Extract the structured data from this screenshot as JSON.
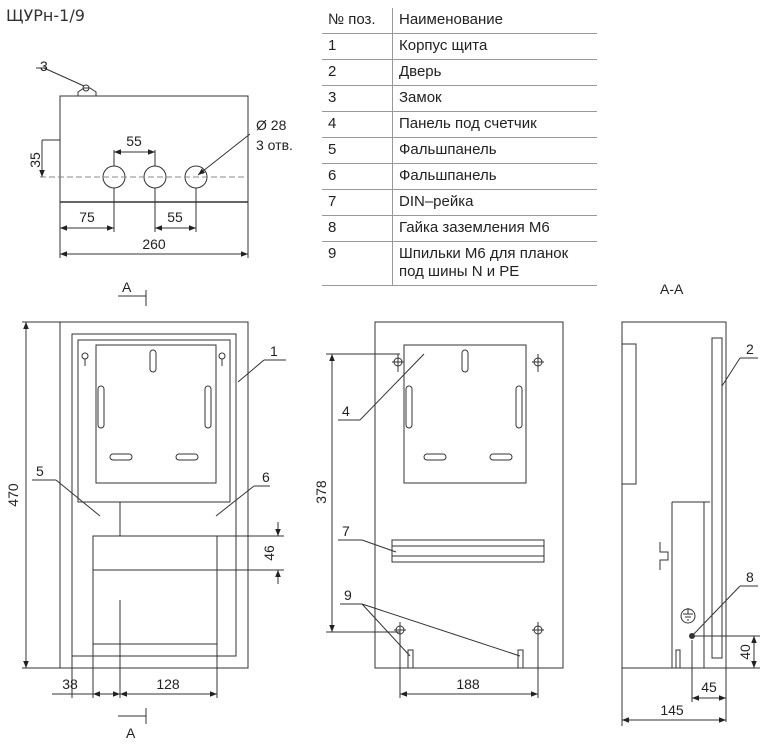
{
  "title": "ЩУРн-1/9",
  "table": {
    "header_num": "№ поз.",
    "header_name": "Наименование",
    "rows": [
      {
        "num": "1",
        "name": "Корпус щита"
      },
      {
        "num": "2",
        "name": "Дверь"
      },
      {
        "num": "3",
        "name": "Замок"
      },
      {
        "num": "4",
        "name": "Панель под счетчик"
      },
      {
        "num": "5",
        "name": "Фальшпанель"
      },
      {
        "num": "6",
        "name": "Фальшпанель"
      },
      {
        "num": "7",
        "name": "DIN–рейка"
      },
      {
        "num": "8",
        "name": "Гайка заземления М6"
      },
      {
        "num": "9",
        "name": "Шпильки М6 для планок под шины N и PE"
      }
    ]
  },
  "top_view": {
    "dim_35": "35",
    "dim_55_top": "55",
    "dim_75": "75",
    "dim_55_bottom": "55",
    "dim_260": "260",
    "hole_diameter": "Ø 28",
    "hole_count": "3 отв.",
    "callout_3": "3"
  },
  "front_view": {
    "section_mark": "А",
    "dim_470": "470",
    "dim_46": "46",
    "dim_38": "38",
    "dim_128": "128",
    "callout_1": "1",
    "callout_5": "5",
    "callout_6": "6"
  },
  "inner_view": {
    "dim_378": "378",
    "dim_188": "188",
    "callout_4": "4",
    "callout_7": "7",
    "callout_9": "9"
  },
  "section_view": {
    "label": "А-А",
    "dim_40": "40",
    "dim_45": "45",
    "dim_145": "145",
    "callout_2": "2",
    "callout_8": "8"
  }
}
